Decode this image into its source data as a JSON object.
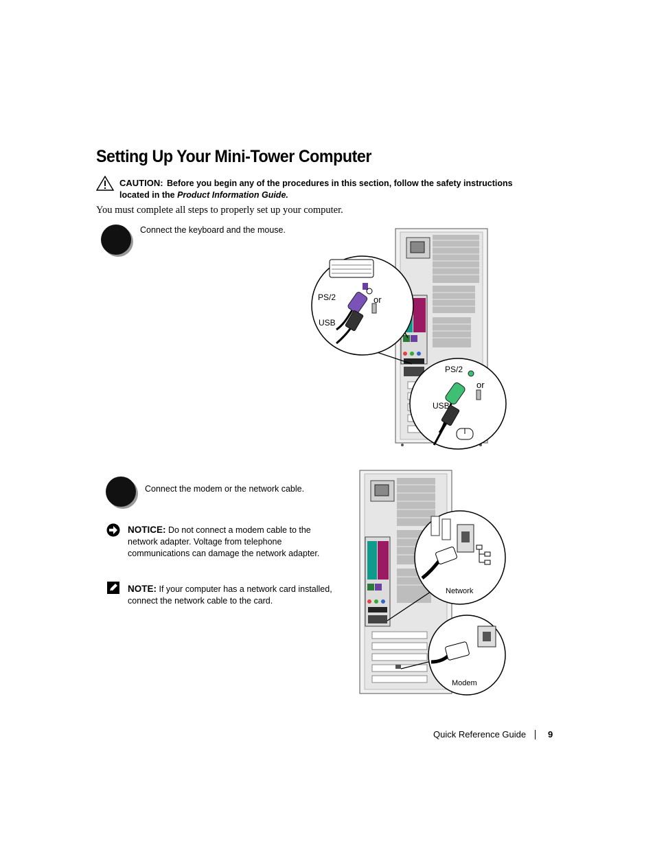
{
  "title": "Setting Up Your Mini-Tower Computer",
  "caution": {
    "label": "CAUTION:",
    "text": "Before you begin any of the procedures in this section, follow the safety instructions located in the",
    "guide": "Product Information Guide."
  },
  "intro": "You must complete all steps to properly set up your computer.",
  "steps": [
    {
      "text": "Connect the keyboard and the mouse.",
      "figure": {
        "kb_ps2": "PS/2",
        "kb_or": "or",
        "kb_usb": "USB",
        "mouse_ps2": "PS/2",
        "mouse_or": "or",
        "mouse_usb": "USB"
      }
    },
    {
      "text": "Connect the modem or the network cable.",
      "figure": {
        "network": "Network",
        "modem": "Modem"
      }
    }
  ],
  "notice": {
    "label": "NOTICE:",
    "text": "Do not connect a modem cable to the network adapter. Voltage from telephone communications can damage the network adapter."
  },
  "note": {
    "label": "NOTE:",
    "text": "If your computer has a network card installed, connect the network cable to the card."
  },
  "footer": {
    "label": "Quick Reference Guide",
    "page": "9"
  },
  "icons": {
    "caution": "warning-triangle-icon",
    "notice": "notice-arrow-icon",
    "note": "pencil-icon"
  }
}
